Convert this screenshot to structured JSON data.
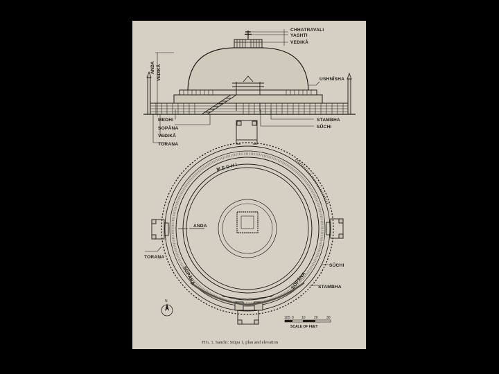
{
  "elevation_labels": {
    "chhatravali": "CHHATRAVALI",
    "yashti": "YASHTI",
    "vedika_top": "VEDIKĀ",
    "anda_vertical": "ANDA",
    "vedika_vertical": "VEDIKĀ",
    "ushnisha": "USHNĪSHA",
    "medhi": "MEDHI",
    "sopana": "SOPĀNA",
    "vedika": "VEDIKĀ",
    "torana": "TORAṆA",
    "stambha": "STAMBHA",
    "suchi": "SŪCHI"
  },
  "plan_labels": {
    "medhi": "M E D H I",
    "anda": "ANDA",
    "torana": "TORAṆA",
    "sopana_left": "SOPĀNA",
    "sopana_right": "SOPĀNA",
    "suchi": "SŪCHI",
    "stambha": "STAMBHA",
    "north": "N"
  },
  "scale_bar": {
    "ticks": [
      "10",
      "5",
      "0",
      "10",
      "20",
      "30"
    ],
    "label": "SCALE OF FEET"
  },
  "caption": "FIG. 1. Sanchi: Stūpa 1, plan and elevation",
  "colors": {
    "background": "#000000",
    "paper": "#d5d0c3",
    "ink": "#1f1d1a"
  }
}
